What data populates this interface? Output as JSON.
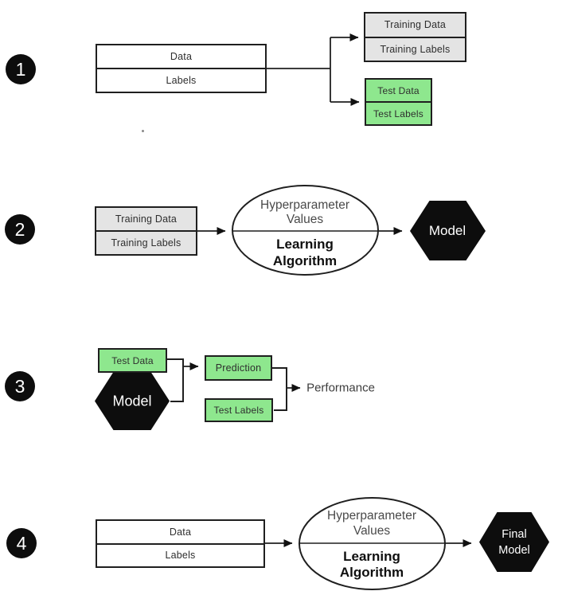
{
  "colors": {
    "green": "#8EE78E",
    "gray": "#E4E4E4",
    "shape_black": "#0D0D0D",
    "line": "#1F1F1F",
    "arrow": "#111111"
  },
  "step1": {
    "number": "1",
    "data_box": {
      "row1": "Data",
      "row2": "Labels"
    },
    "training_box": {
      "row1": "Training Data",
      "row2": "Training Labels"
    },
    "test_box": {
      "row1": "Test Data",
      "row2": "Test Labels"
    },
    "stray_mark": ""
  },
  "step2": {
    "number": "2",
    "training_box": {
      "row1": "Training Data",
      "row2": "Training Labels"
    },
    "ellipse": {
      "line1": "Hyperparameter",
      "line2": "Values",
      "line3": "Learning",
      "line4": "Algorithm"
    },
    "hexagon_label": "Model"
  },
  "step3": {
    "number": "3",
    "test_data_label": "Test Data",
    "model_label": "Model",
    "prediction_label": "Prediction",
    "test_labels_label": "Test Labels",
    "performance_label": "Performance"
  },
  "step4": {
    "number": "4",
    "data_box": {
      "row1": "Data",
      "row2": "Labels"
    },
    "ellipse": {
      "line1": "Hyperparameter",
      "line2": "Values",
      "line3": "Learning",
      "line4": "Algorithm"
    },
    "hexagon_label_line1": "Final",
    "hexagon_label_line2": "Model"
  }
}
